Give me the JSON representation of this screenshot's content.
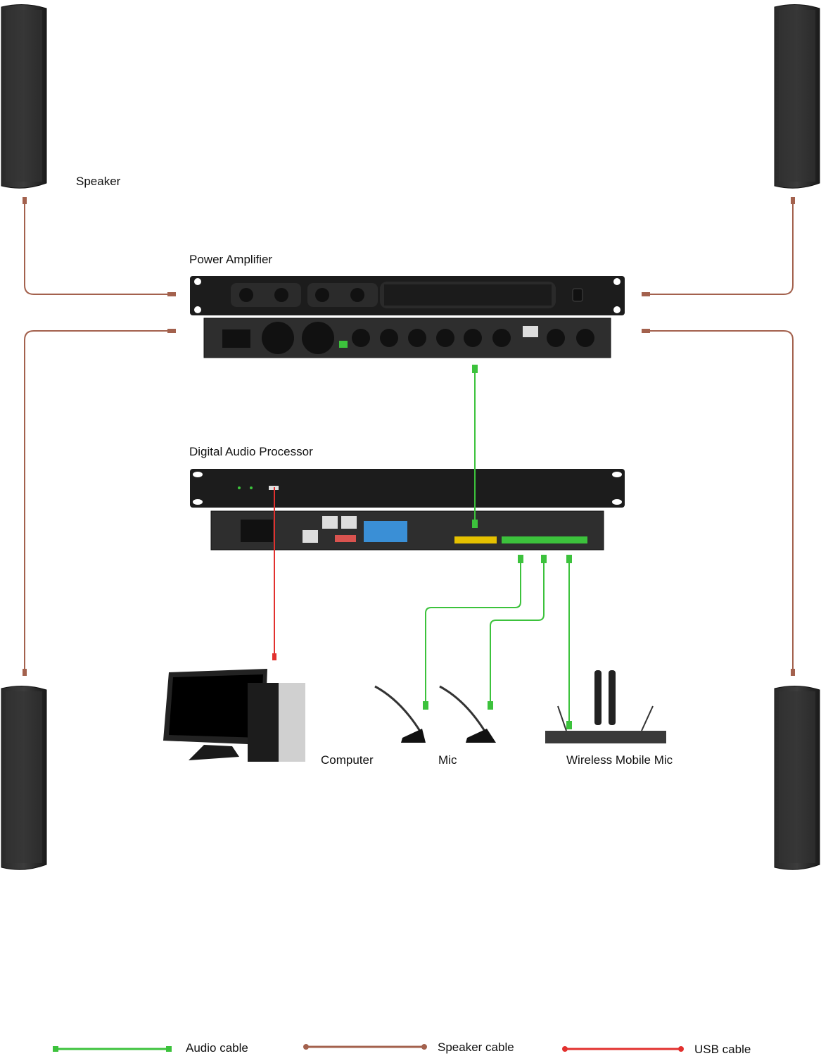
{
  "labels": {
    "speaker": "Speaker",
    "power_amplifier": "Power Amplifier",
    "digital_audio_processor": "Digital Audio Processor",
    "computer": "Computer",
    "mic": "Mic",
    "wireless_mobile_mic": "Wireless Mobile Mic"
  },
  "legend": [
    {
      "label": "Audio cable",
      "color": "#3cc23c"
    },
    {
      "label": "Speaker cable",
      "color": "#a3614d"
    },
    {
      "label": "USB cable",
      "color": "#e2302e"
    }
  ]
}
